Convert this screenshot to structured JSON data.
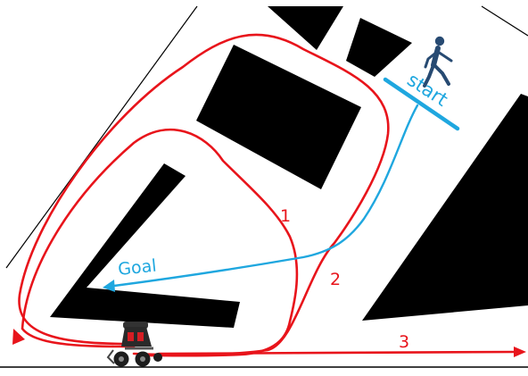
{
  "labels": {
    "start": "start",
    "goal": "Goal",
    "route_1": "1",
    "route_2": "2",
    "route_3": "3"
  },
  "colors": {
    "obstacle": "#000000",
    "route": "#e8141b",
    "human_path": "#1fa7df",
    "pedestrian": "#274a72",
    "boundary": "#000000",
    "background": "#ffffff"
  },
  "icons": {
    "pedestrian": "walking-person-icon",
    "robot": "wheelchair-robot-icon"
  }
}
